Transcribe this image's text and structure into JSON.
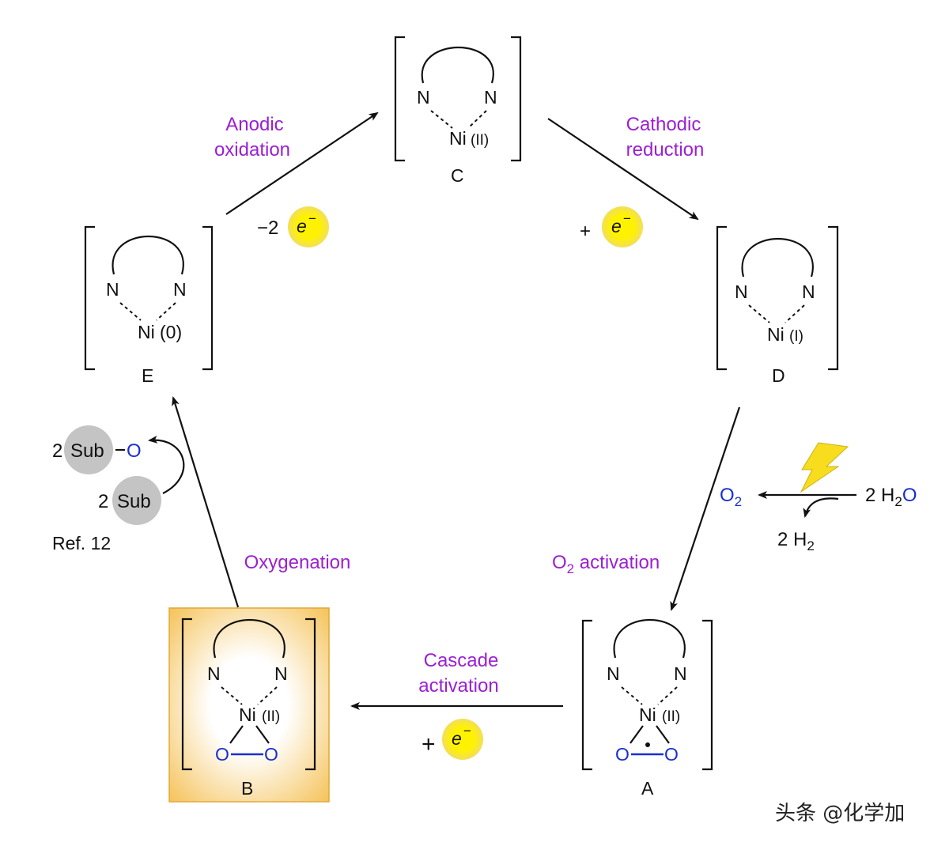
{
  "colors": {
    "step_label": "#9b1fd3",
    "oxygen": "#1a2fd0",
    "electron_fill": "#fff200",
    "electron_glow": "#f5e66a",
    "substrate_fill": "#c4c4c4",
    "highlight_box": "#f5c35a",
    "lightning": "#f7dd1e"
  },
  "complexes": {
    "C": {
      "n1": "N",
      "n2": "N",
      "metal": "Ni",
      "ox_state": "(II)",
      "label": "C"
    },
    "E": {
      "n1": "N",
      "n2": "N",
      "metal": "Ni",
      "ox_state": "(0)",
      "label": "E"
    },
    "D": {
      "n1": "N",
      "n2": "N",
      "metal": "Ni",
      "ox_state": "(I)",
      "label": "D"
    },
    "B": {
      "n1": "N",
      "n2": "N",
      "metal": "Ni",
      "ox_state": "(II)",
      "o1": "O",
      "o2": "O",
      "label": "B"
    },
    "A": {
      "n1": "N",
      "n2": "N",
      "metal": "Ni",
      "ox_state": "(II)",
      "o1": "O",
      "o2": "O",
      "label": "A"
    }
  },
  "steps": {
    "anodic": {
      "line1": "Anodic",
      "line2": "oxidation",
      "electron_prefix": "−2",
      "electron": "e",
      "electron_sup": "−"
    },
    "cathodic": {
      "line1": "Cathodic",
      "line2": "reduction",
      "electron_prefix": "+",
      "electron": "e",
      "electron_sup": "−"
    },
    "o2_activation": {
      "o_prefix": "O",
      "o_sub": "2",
      "label": " activation"
    },
    "cascade": {
      "line1": "Cascade",
      "line2": "activation",
      "electron_prefix": "+",
      "electron": "e",
      "electron_sup": "−"
    },
    "oxygenation": {
      "label": "Oxygenation"
    }
  },
  "water_split": {
    "o2": "O",
    "o2_sub": "2",
    "water_coef": "2 H",
    "water_sub": "2",
    "water_tail": "O",
    "h2_coef": "2 H",
    "h2_sub": "2"
  },
  "substrate": {
    "coef1": "2",
    "sub1": "Sub",
    "oxygen": "O",
    "coef2": "2",
    "sub2": "Sub",
    "ref": "Ref. 12"
  },
  "watermark": "头条 @化学加"
}
